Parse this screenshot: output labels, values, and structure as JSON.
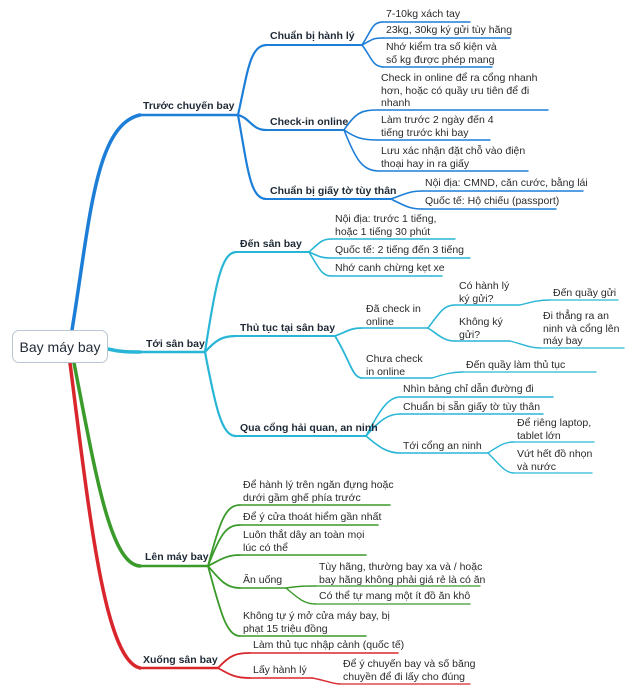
{
  "root": "Bay máy bay",
  "colors": {
    "blue": "#1d7ed8",
    "teal": "#29b6d6",
    "green": "#3a9a2a",
    "red": "#d9262c"
  },
  "branches": {
    "b1": {
      "label": "Trước chuyến bay",
      "s1": {
        "label": "Chuẩn bị hành lý",
        "i1": "7-10kg xách tay",
        "i2": "23kg, 30kg ký gửi tùy hãng",
        "i3": "Nhớ kiểm tra số kiện và\nsố kg được phép mang"
      },
      "s2": {
        "label": "Check-in online",
        "i1": "Check in online để ra cổng nhanh\nhơn, hoặc có quầy ưu tiên để đi\nnhanh",
        "i2": "Làm trước 2 ngày đến 4\ntiếng trước khi bay",
        "i3": "Lưu xác nhận đặt chỗ vào điện\nthoại hay in ra giấy"
      },
      "s3": {
        "label": "Chuẩn bị giấy tờ tùy thân",
        "i1": "Nội địa: CMND, căn cước, bằng lái",
        "i2": "Quốc tế: Hộ chiếu (passport)"
      }
    },
    "b2": {
      "label": "Tới sân bay",
      "s1": {
        "label": "Đến sân bay",
        "i1": "Nội địa: trước 1 tiếng,\nhoặc 1 tiếng 30 phút",
        "i2": "Quốc tế: 2 tiếng đến 3 tiếng",
        "i3": "Nhớ canh chừng kẹt xe"
      },
      "s2": {
        "label": "Thủ tục tại sân bay",
        "a": {
          "label": "Đã check in\nonline",
          "a1": {
            "label": "Có hành lý\nký gửi?",
            "leaf": "Đến quầy gửi"
          },
          "a2": {
            "label": "Không ký\ngửi?",
            "leaf": "Đi thẳng ra an\nninh và cổng lên\nmáy bay"
          }
        },
        "b": {
          "label": "Chưa check\nin online",
          "leaf": "Đến quầy làm thủ tục"
        }
      },
      "s3": {
        "label": "Qua cổng hải quan, an ninh",
        "i1": "Nhìn bảng chỉ dẫn đường đi",
        "i2": "Chuẩn bị sẵn giấy tờ tùy thân",
        "i3": {
          "label": "Tới cổng an ninh",
          "l1": "Để riêng laptop,\ntablet lớn",
          "l2": "Vứt hết đồ nhọn\nvà nước"
        }
      }
    },
    "b3": {
      "label": "Lên máy bay",
      "i1": "Để hành lý trên ngăn đựng hoặc\ndưới gầm ghế phía trước",
      "i2": "Để ý cửa thoát hiểm gần nhất",
      "i3": "Luôn thắt dây an toàn mọi\nlúc có thể",
      "i4": {
        "label": "Ăn uống",
        "l1": "Tùy hãng, thường bay xa và / hoặc\nbay hãng không phải giá rẻ là có ăn",
        "l2": "Có thể tự mang một ít đồ ăn khô"
      },
      "i5": "Không tự ý mở cửa máy bay, bị\nphạt 15 triệu đồng"
    },
    "b4": {
      "label": "Xuống sân bay",
      "i1": "Làm thủ tục nhập cảnh (quốc tế)",
      "i2": {
        "label": "Lấy hành lý",
        "l1": "Để ý chuyến bay và số băng\nchuyền để đi lấy cho đúng"
      }
    }
  }
}
